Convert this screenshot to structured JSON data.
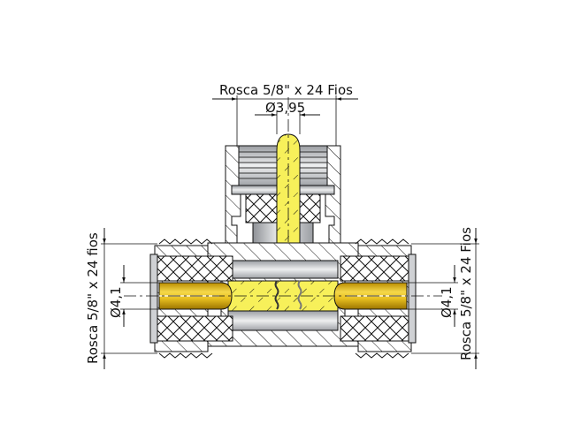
{
  "drawing": {
    "title": "T connector cross-section",
    "dimensions": {
      "top_thread": "Rosca 5/8\" x 24 Fios",
      "top_pin_diameter": "Ø3,95",
      "left_thread": "Rosca 5/8\" x 24 fios",
      "left_pin_diameter": "Ø4,1",
      "right_thread": "Rosca 5/8\" x 24 Fios",
      "right_pin_diameter": "Ø4,1"
    },
    "colors": {
      "pin_yellow": "#f7f05a",
      "pin_gold": "#e0b400",
      "metal_gray": "#b9bcc0",
      "metal_light": "#e6e7e9",
      "outline": "#111111",
      "background": "#ffffff"
    }
  }
}
